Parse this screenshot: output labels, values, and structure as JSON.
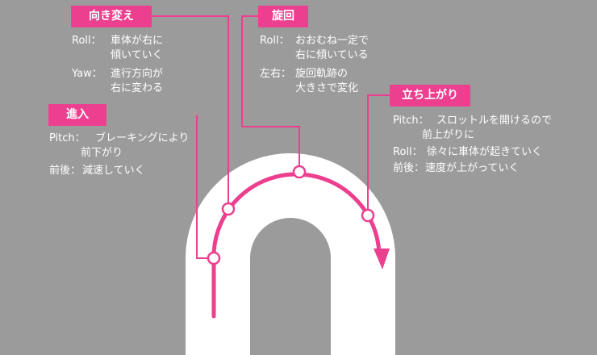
{
  "colors": {
    "background": "#9b9b9b",
    "road": "#ffffff",
    "accent": "#ec3f8f",
    "text": "#ffffff"
  },
  "phases": {
    "muki": {
      "label": "向き変え",
      "rows": [
        {
          "key": "Roll：",
          "lines": [
            "車体が右に",
            "傾いていく"
          ]
        },
        {
          "key": "Yaw：",
          "lines": [
            "進行方向が",
            "右に変わる"
          ]
        }
      ]
    },
    "shinnyu": {
      "label": "進入",
      "rows": [
        {
          "key": "Pitch：",
          "lines": [
            "ブレーキングにより",
            "前下がり"
          ]
        },
        {
          "key": "前後：",
          "lines": [
            "減速していく"
          ]
        }
      ]
    },
    "senkai": {
      "label": "旋回",
      "rows": [
        {
          "key": "Roll：",
          "lines": [
            "おおむね一定で",
            "右に傾いている"
          ]
        },
        {
          "key": "左右：",
          "lines": [
            "旋回軌跡の",
            "大きさで変化"
          ]
        }
      ]
    },
    "tachiagari": {
      "label": "立ち上がり",
      "rows": [
        {
          "key": "Pitch：",
          "lines": [
            "スロットルを開けるので",
            "前上がりに"
          ]
        },
        {
          "key": "Roll：",
          "lines": [
            "徐々に車体が起きていく"
          ]
        },
        {
          "key": "前後：",
          "lines": [
            "速度が上がっていく"
          ]
        }
      ]
    }
  }
}
